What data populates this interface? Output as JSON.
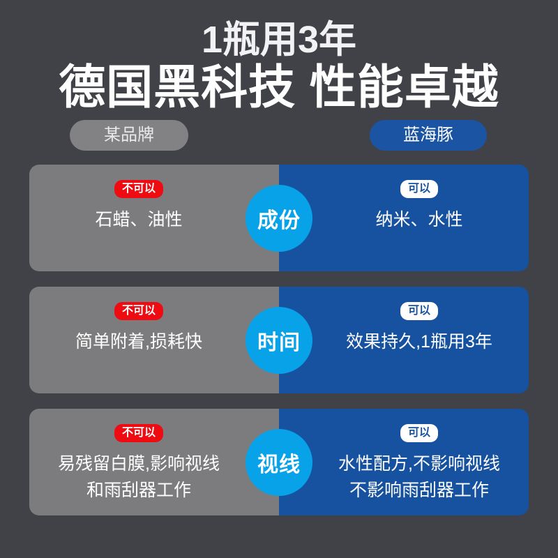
{
  "header": {
    "title_line1": "1瓶用3年",
    "title_line2": "德国黑科技 性能卓越"
  },
  "brands": {
    "other_label": "某品牌",
    "ours_label": "蓝海豚"
  },
  "badges": {
    "no": "不可以",
    "yes": "可以"
  },
  "colors": {
    "background": "#414247",
    "gray_panel": "#7c7c7e",
    "blue_panel": "#16529f",
    "circle_blue": "#07a2e8",
    "badge_red": "#ef0b12",
    "pill_gray": "#828285",
    "pill_blue": "#1b54a2"
  },
  "comparisons": [
    {
      "circle_label": "成份",
      "left": {
        "badge": "不可以",
        "lines": [
          "石蜡、油性"
        ]
      },
      "right": {
        "badge": "可以",
        "lines": [
          "纳米、水性"
        ]
      }
    },
    {
      "circle_label": "时间",
      "left": {
        "badge": "不可以",
        "lines": [
          "简单附着,损耗快"
        ]
      },
      "right": {
        "badge": "可以",
        "lines": [
          "效果持久,1瓶用3年"
        ]
      }
    },
    {
      "circle_label": "视线",
      "left": {
        "badge": "不可以",
        "lines": [
          "易残留白膜,影响视线",
          "和雨刮器工作"
        ]
      },
      "right": {
        "badge": "可以",
        "lines": [
          "水性配方,不影响视线",
          "不影响雨刮器工作"
        ]
      }
    }
  ]
}
